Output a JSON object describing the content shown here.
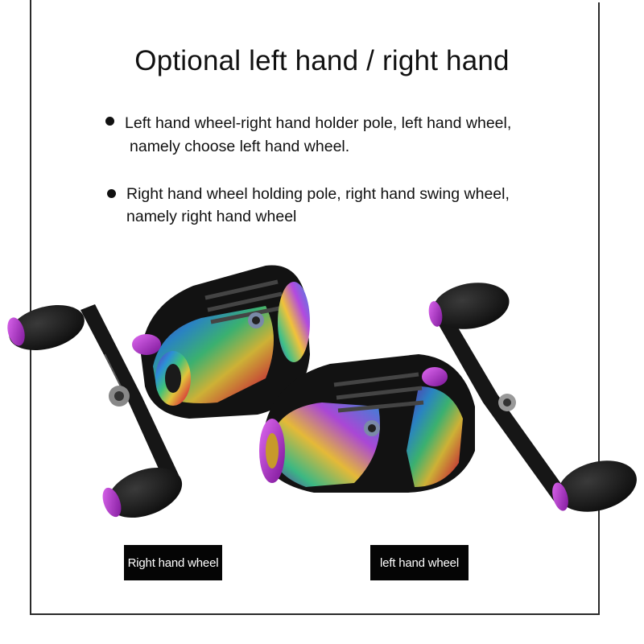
{
  "title": "Optional left hand / right hand",
  "bullets": [
    {
      "line1": "Left hand wheel-right hand holder pole, left hand wheel,",
      "line2": "namely choose left hand wheel."
    },
    {
      "line1": "Right hand wheel holding pole, right hand swing wheel,",
      "line2": "namely right hand wheel"
    }
  ],
  "labels": {
    "right_hand": "Right hand wheel",
    "left_hand": "left hand wheel"
  },
  "colors": {
    "accent_purple": "#a020c8",
    "knob_black": "#141414",
    "label_bg": "#050505"
  }
}
